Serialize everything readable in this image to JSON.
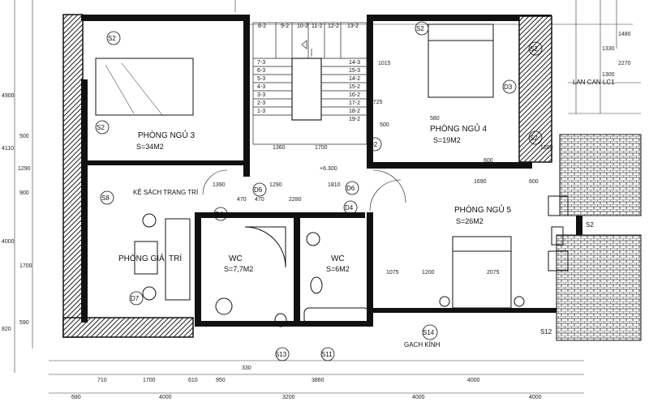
{
  "rooms": {
    "bed3": {
      "name": "PHÒNG NGỦ 3",
      "area": "S=34M2"
    },
    "bed4": {
      "name": "PHÒNG NGỦ 4",
      "area": "S=19M2"
    },
    "bed5": {
      "name": "PHÒNG NGỦ 5",
      "area": "S=26M2"
    },
    "living": {
      "name": "PHÒNG GIẢI TRÍ"
    },
    "wc1": {
      "name": "WC",
      "area": "S=7,7M2"
    },
    "wc2": {
      "name": "WC",
      "area": "S=6M2"
    }
  },
  "notes": {
    "shelf": "KỆ SÁCH TRANG TRÍ",
    "glass": "GẠCH KÍNH",
    "railing": "LAN CAN LC1",
    "level": "+6.300"
  },
  "symbols": {
    "s2a": "S2",
    "s2b": "S2",
    "s2c": "S2",
    "s2d": "S2",
    "s2e": "S2",
    "s2f": "S2",
    "s8": "S8",
    "s14": "S14",
    "s13": "S13",
    "s11": "S11",
    "s12": "S12",
    "d2": "D2",
    "d3": "D3",
    "d4a": "D4",
    "d4b": "D4",
    "d6a": "D6",
    "d6b": "D6",
    "d7": "D7"
  },
  "stairs": {
    "top": [
      "8-2",
      "9-2",
      "10-2",
      "11-2",
      "12-2",
      "13-2"
    ],
    "left": [
      "7-3",
      "6-3",
      "5-3",
      "4-3",
      "3-3",
      "2-3",
      "1-3"
    ],
    "right": [
      "14-3",
      "15-3",
      "14-2",
      "15-2",
      "16-2",
      "17-2",
      "18-2",
      "19-2"
    ]
  },
  "dims": {
    "bottom_row1": [
      "710",
      "1700",
      "610",
      "950",
      "330",
      "3860",
      "4000"
    ],
    "bottom_row2": [
      "680",
      "4000",
      "3200",
      "4000",
      "4000"
    ],
    "left": [
      "4900",
      "4110",
      "4000",
      "500",
      "1290",
      "590",
      "900",
      "820",
      "1700"
    ],
    "top_right": [
      "1330",
      "1480",
      "1300",
      "2270"
    ],
    "misc": [
      "1390",
      "1290",
      "1810",
      "2280",
      "1200",
      "2075",
      "1075",
      "470",
      "600",
      "1200",
      "1700",
      "1360",
      "600",
      "1690",
      "470",
      "580",
      "1015",
      "1725",
      "500"
    ]
  }
}
